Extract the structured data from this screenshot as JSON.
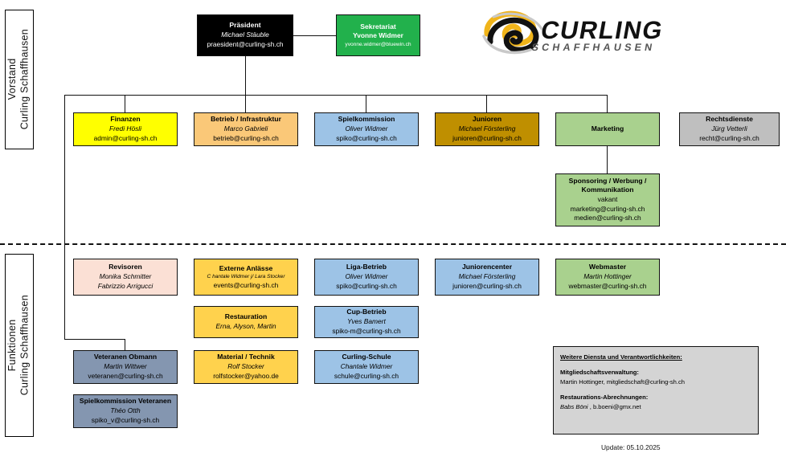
{
  "meta": {
    "update_label": "Update: 05.10.2025",
    "logo_text_main": "CURLING",
    "logo_text_sub": "SCHAFFHAUSEN"
  },
  "rails": [
    {
      "label": "Vorstand\nCurling Schaffhausen"
    },
    {
      "label": "Funktionen\nCurling Schaffhausen"
    }
  ],
  "top": {
    "president": {
      "title": "Präsident",
      "person": "Michael Stäuble",
      "email": "praesident@curling-sh.ch",
      "fill": "#000000",
      "text": "#ffffff"
    },
    "secretariat": {
      "title": "Sekretariat",
      "person": "Yvonne Widmer",
      "email": "yvonne.widmer@bluewin.ch",
      "fill": "#22b14c",
      "text": "#ffffff"
    }
  },
  "vorstand_boxes": [
    {
      "title": "Finanzen",
      "person": "Fredi Hösli",
      "email": "admin@curling-sh.ch",
      "fill": "#ffff00"
    },
    {
      "title": "Betrieb / Infrastruktur",
      "person": "Marco Gabrieli",
      "email": "betrieb@curling-sh.ch",
      "fill": "#fac878"
    },
    {
      "title": "Spielkommission",
      "person": "Oliver Widmer",
      "email": "spiko@curling-sh.ch",
      "fill": "#9dc3e6"
    },
    {
      "title": "Junioren",
      "person": "Michael Försterling",
      "email": "junioren@curling-sh.ch",
      "fill": "#bf8f00"
    },
    {
      "title": "Marketing",
      "person": "",
      "email": "",
      "fill": "#a9d18e"
    },
    {
      "title": "Rechtsdienste",
      "person": "Jürg Vetterli",
      "email": "recht@curling-sh.ch",
      "fill": "#bfbfbf"
    }
  ],
  "sponsoring": {
    "title_line1": "Sponsoring / Werbung /",
    "title_line2": "Kommunikation",
    "person": "vakant",
    "email1": "marketing@curling-sh.ch",
    "email2": "medien@curling-sh.ch",
    "fill": "#a9d18e"
  },
  "funktionen_row1": [
    {
      "title": "Revisoren",
      "person": "Monika Schmitter",
      "person2": "Fabrizzio Arrigucci",
      "email": "",
      "fill": "#fbe0d5"
    },
    {
      "title": "Externe Anlässe",
      "person": "C hantale Widmer j/ Lara Stocker",
      "small": true,
      "email": "events@curling-sh.ch",
      "fill": "#ffd24d"
    },
    {
      "title": "Liga-Betrieb",
      "person": "Oliver Widmer",
      "email": "spiko@curling-sh.ch",
      "fill": "#9dc3e6"
    },
    {
      "title": "Juniorencenter",
      "person": "Michael Försterling",
      "email": "junioren@curling-sh.ch",
      "fill": "#9dc3e6"
    },
    {
      "title": "Webmaster",
      "person": "Martin Hottinger",
      "email": "webmaster@curling-sh.ch",
      "fill": "#a9d18e"
    }
  ],
  "funktionen_row2": [
    {
      "title": "Restauration",
      "person": "Erna, Alyson, Martin",
      "email": "",
      "fill": "#ffd24d"
    },
    {
      "title": "Cup-Betrieb",
      "person": "Yves Bamert",
      "email": "spiko-m@curling-sh.ch",
      "fill": "#9dc3e6"
    }
  ],
  "funktionen_row3": [
    {
      "title": "Veteranen Obmann",
      "person": "Martin Wittwer",
      "email": "veteranen@curling-sh.ch",
      "fill": "#8496b0"
    },
    {
      "title": "Material / Technik",
      "person": "Rolf Stocker",
      "email": "rolfstocker@yahoo.de",
      "fill": "#ffd24d"
    },
    {
      "title": "Curling-Schule",
      "person": "Chantale Widmer",
      "email": "schule@curling-sh.ch",
      "fill": "#9dc3e6"
    }
  ],
  "funktionen_row4": [
    {
      "title": "Spielkommission Veteranen",
      "person": "Théo Otth",
      "email": "spiko_v@curling-sh.ch",
      "fill": "#8496b0"
    }
  ],
  "info_panel": {
    "heading": "Weitere Diensta und Verantwortlichkeiten:",
    "block1_title": "Mitgliedschaftsverwaltung:",
    "block1_text": "Martin Hottinger,  mitgliedschaft@curling-sh.ch",
    "block2_title": "Restaurations-Abrechnungen:",
    "block2_name": "Babs Böni",
    "block2_rest": " , b.boeni@gmx.net",
    "fill": "#d4d4d4"
  }
}
